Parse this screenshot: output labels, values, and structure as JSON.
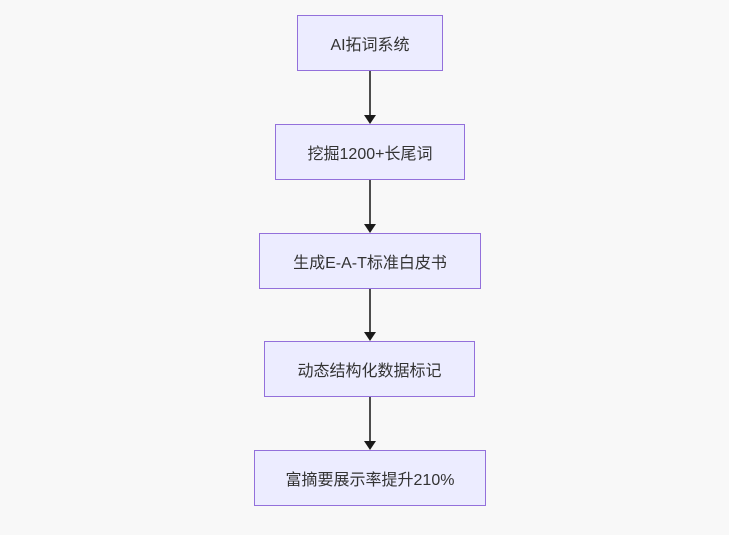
{
  "diagram": {
    "type": "flowchart",
    "direction": "top-down",
    "colors": {
      "background": "#f8f8f8",
      "node_fill": "#ECECFF",
      "node_border": "#9370DB",
      "node_text": "#333333",
      "edge_line": "#4d4d4d",
      "arrowhead": "#1a1a1a"
    },
    "nodes": [
      {
        "id": "A",
        "label": "AI拓词系统"
      },
      {
        "id": "B",
        "label": "挖掘1200+长尾词"
      },
      {
        "id": "C",
        "label": "生成E-A-T标准白皮书"
      },
      {
        "id": "D",
        "label": "动态结构化数据标记"
      },
      {
        "id": "E",
        "label": "富摘要展示率提升210%"
      }
    ],
    "edges": [
      {
        "from": "A",
        "to": "B"
      },
      {
        "from": "B",
        "to": "C"
      },
      {
        "from": "C",
        "to": "D"
      },
      {
        "from": "D",
        "to": "E"
      }
    ]
  }
}
